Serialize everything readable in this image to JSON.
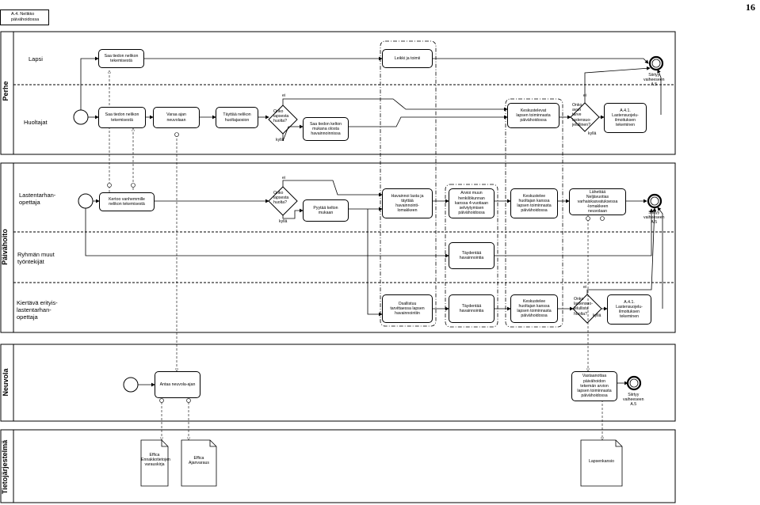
{
  "page_number": "16",
  "diagram_title": "A.4. Nelikko\npäivähoidossa",
  "pools": {
    "perhe": "Perhe",
    "paivahoito": "Päivähoito",
    "neuvola": "Neuvola",
    "tietojarjestelma": "Tietojärjestelmä"
  },
  "lanes": {
    "lapsi": "Lapsi",
    "huoltajat": "Huoltajat",
    "lastentarhanopettaja": "Lastentarhan-\nopettaja",
    "ryhman_muut": "Ryhmän muut\ntyöntekijät",
    "kiertava": "Kiertävä erityis-\nlastentarhan-\nopettaja"
  },
  "tasks": {
    "lapsi_saa_tiedon": "Saa tiedon nelikon\ntekemisestä",
    "leikki": "Leikki ja toimii",
    "huoltajat_saa_tiedon": "Saa tiedon nelikon\ntekemisestä",
    "varaa_ajan": "Varaa ajan\nneuvolaan",
    "tayttaa_nelikon": "Täyttää nelikon\nhuoltajaosion",
    "saa_tiedon_kelto": "Saa tiedon kelton\nmukana olosta\nhavainnoinnissa",
    "keskustelevat": "Keskustelevat\nlapsen toiminnasta\npäivähoidossa",
    "lastensuojelu_huoltajat": "A.4.1.\nLastensuojelu-\nilmoituksen\ntekeminen",
    "kertoo_vanhemmille": "Kertoo vanhemmille\nnelikon tekemisestä",
    "pyytaa_kelton": "Pyytää kelton\nmukaan",
    "havainnoi_lasta": "Havainnoi lasta ja\ntäyttää\nhavainnointi-\nlomakkeen",
    "arvioi_muun": "Arvioi muun\nhenkilökunnan\nkanssa 4-vuotiaan\nselviytymisen\npäivähoidossa",
    "keskustelee_huoltajan_lto": "Keskustelee\nhuoltajan kanssa\nlapsen toiminnasta\npäivähoidossa",
    "lahettaa": "Lähettää\nNeljävuotias\nvarhaiskasvatuksessa\n-lomakkeen\nneuvolaan",
    "taydentaa_ryhma": "Täydentää\nhavainnointia",
    "osallistuu": "Osallistuu\ntarvittaessa lapsen\nhavainnointiin",
    "taydentaa_kelto": "Täydentää\nhavainnointia",
    "keskustelee_kelto": "Keskustelee\nhuoltajan kanssa\nlapsen toiminnasta\npäivähoidossa",
    "lastensuojelu_kelto": "A.4.1.\nLastensuojelu-\nilmoituksen\ntekeminen",
    "antaa_neuvola": "Antaa neuvola-ajan",
    "vastaanottaa": "Vastaanottaa\npäivähoidon\ntekemän arvion\nlapsen toiminnasta\npäivähoidossa"
  },
  "gateways": {
    "huoltajat_q": "Onko\nlapsesta\nhuolta?",
    "lto_q": "Onko\nlapsesta\nhuolta?",
    "apu_q": "Onko\navun\ntarve\nlastensuo-\njelullinen?",
    "kelto_q": "Onko\nlastensuo-\njelullista\nhuolta?"
  },
  "labels": {
    "ei": "ei",
    "kylla": "kyllä"
  },
  "end_events": {
    "perhe_end": "Siirtyy\nvaiheeseen\nA.5",
    "paivahoito_end": "Siirtyy\nvaiheeseen\nA.5",
    "neuvola_end": "Siirtyy\nvaiheeseen\nA.5"
  },
  "documents": {
    "effica_ennakko": "Effica\nEnnakkotietojen\nvarauskirja",
    "effica_ajanvaraus": "Effica\nAjanvaraus",
    "lapsenkansio": "Lapsenkansio"
  }
}
